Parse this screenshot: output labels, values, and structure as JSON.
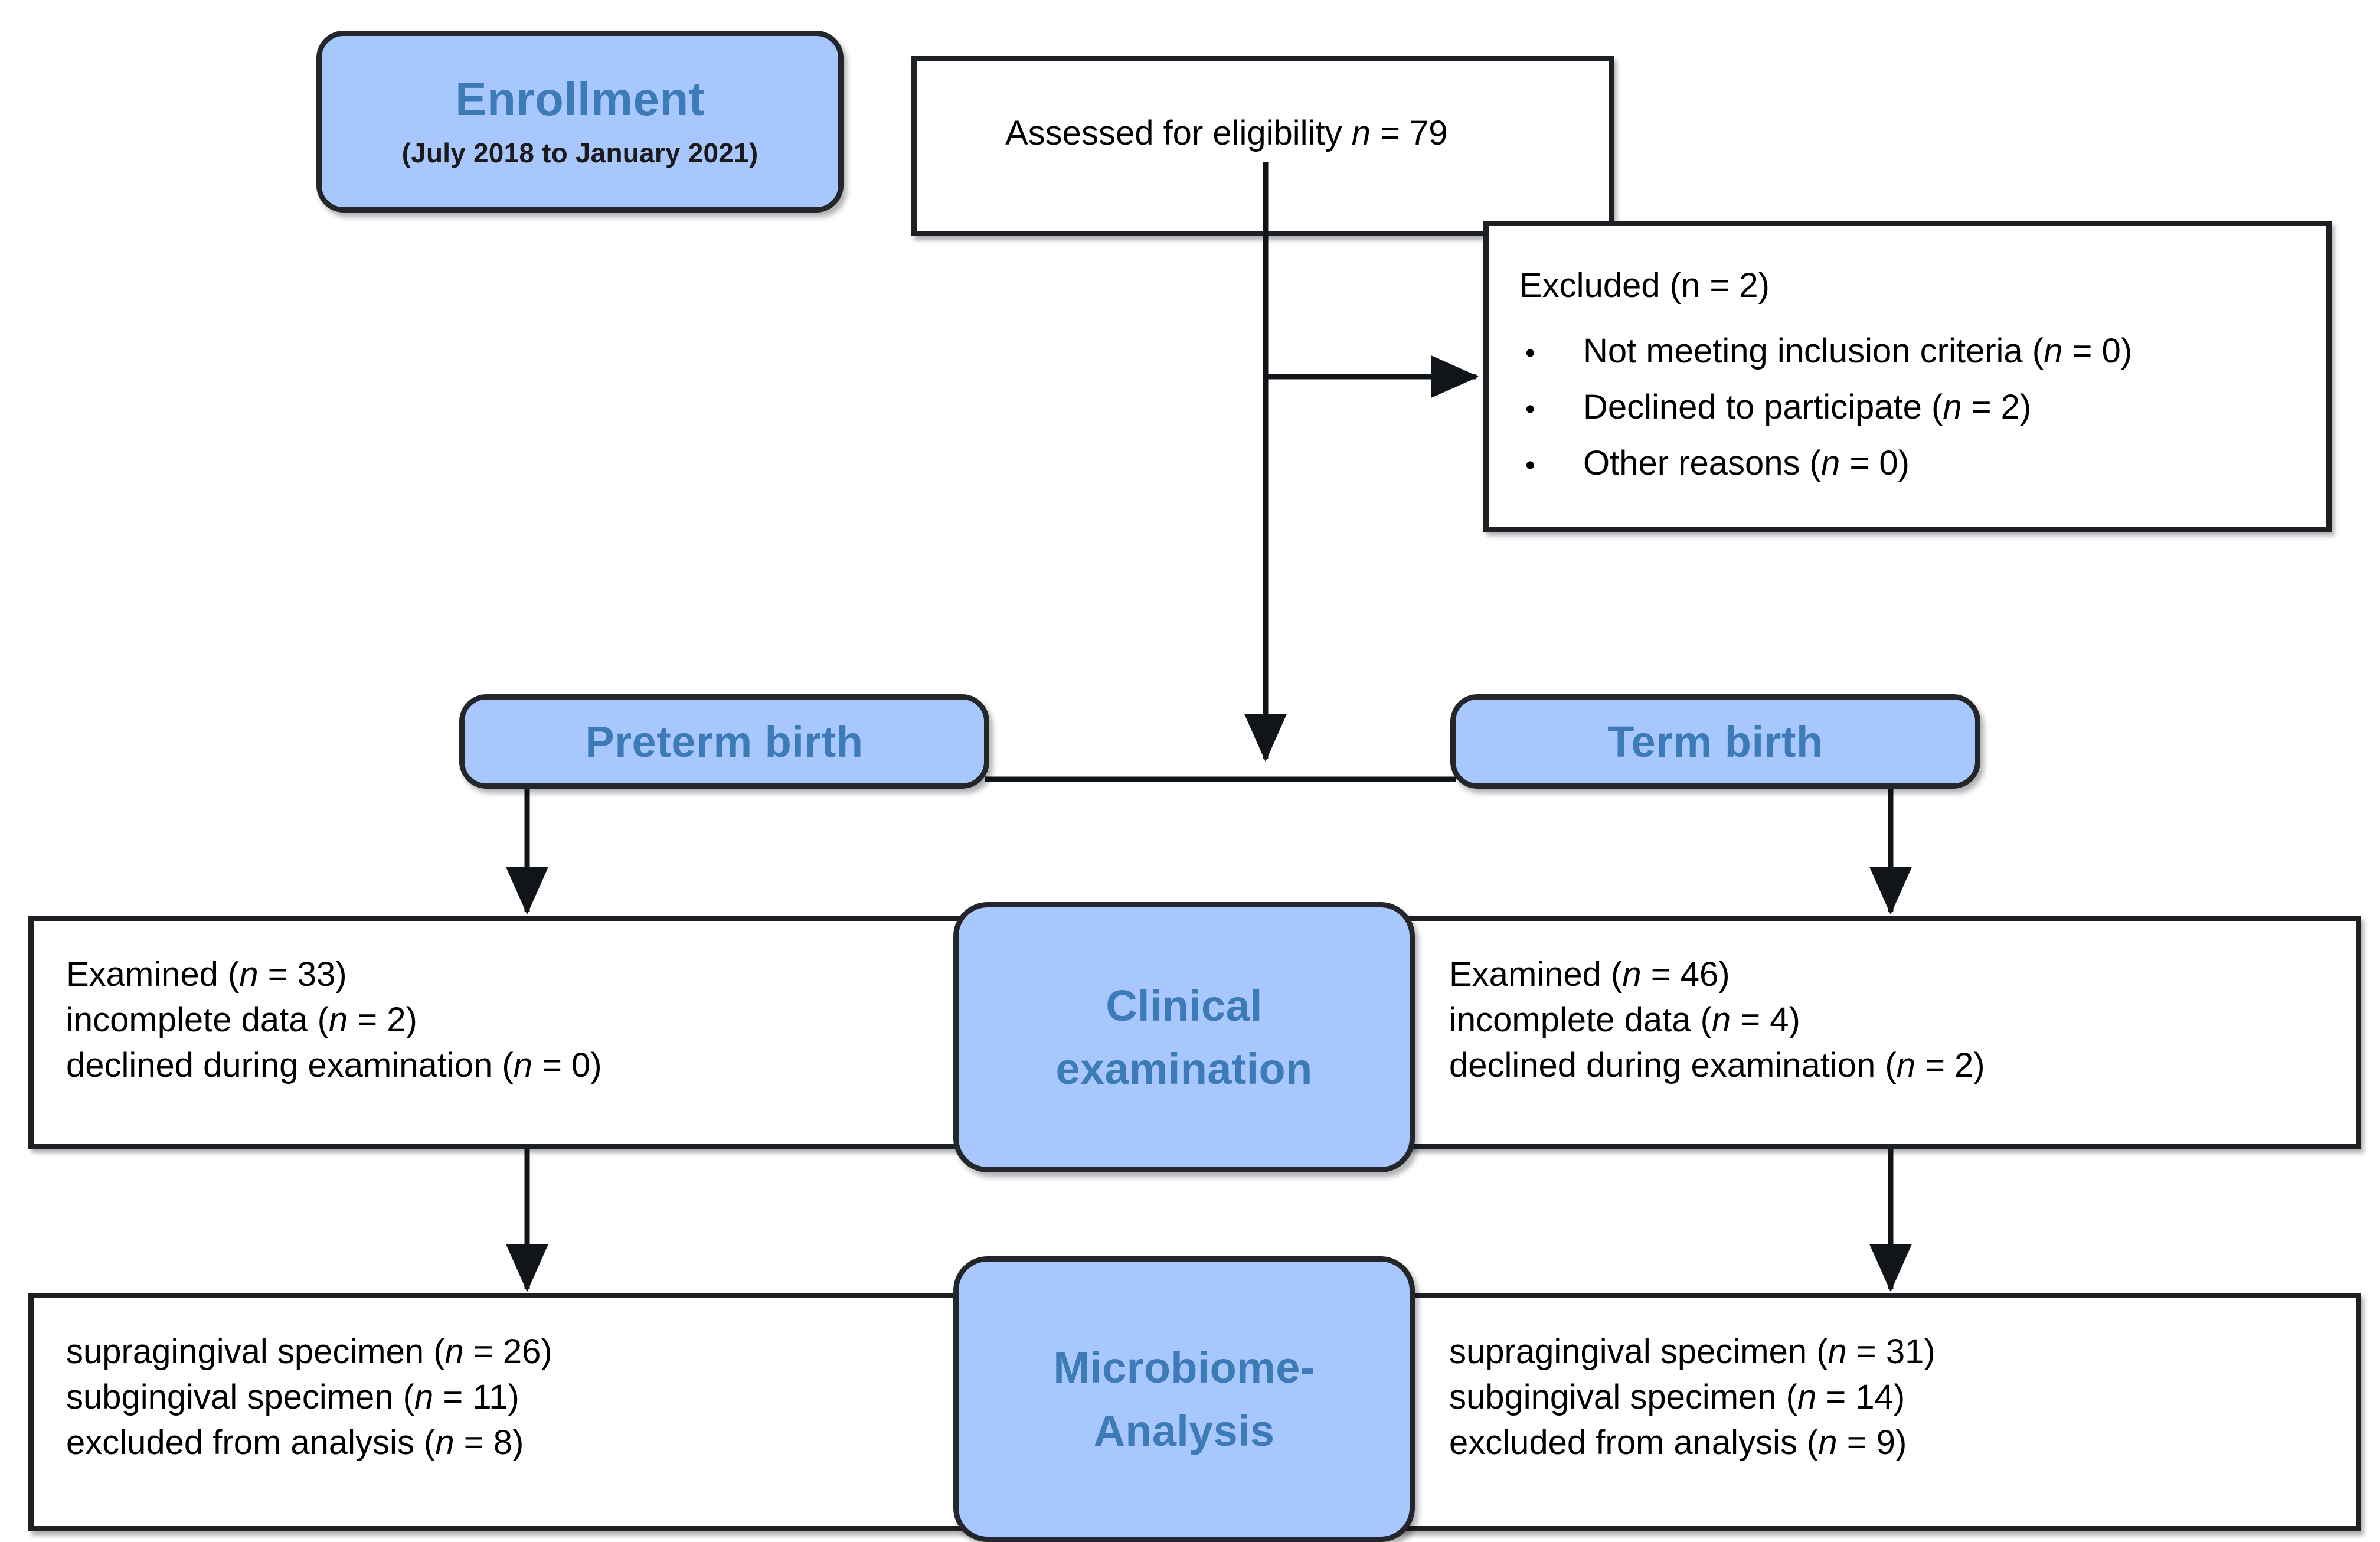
{
  "diagram": {
    "title": "CONSORT-style participant flow diagram",
    "colors": {
      "stage_fill": "#a8c8fd",
      "stage_text": "#3d7ab8",
      "box_border": "#1d2024",
      "body_text": "#000000"
    }
  },
  "enrollment": {
    "title": "Enrollment",
    "period": "(July 2018 to January 2021)"
  },
  "assessed": {
    "label_pre": "Assessed for eligibility ",
    "n_symbol": "n",
    "label_post": " = 79",
    "value": 79
  },
  "excluded": {
    "title": "Excluded (n = 2)",
    "total": 2,
    "bullet_glyph": "•",
    "reasons": [
      {
        "text_pre": "Not meeting inclusion criteria (",
        "n_symbol": "n",
        "text_post": " = 0)",
        "value": 0
      },
      {
        "text_pre": "Declined to participate (",
        "n_symbol": "n",
        "text_post": " = 2)",
        "value": 2
      },
      {
        "text_pre": "Other reasons (",
        "n_symbol": "n",
        "text_post": " = 0)",
        "value": 0
      }
    ]
  },
  "groups": {
    "preterm_label": "Preterm birth",
    "term_label": "Term birth"
  },
  "stages": {
    "clinical_line1": "Clinical",
    "clinical_line2": "examination",
    "microbiome_line1": "Microbiome-",
    "microbiome_line2": "Analysis"
  },
  "examination": {
    "preterm": [
      {
        "text_pre": "Examined (",
        "n_symbol": "n",
        "text_post": " = 33)",
        "value": 33
      },
      {
        "text_pre": "incomplete data (",
        "n_symbol": "n",
        "text_post": " = 2)",
        "value": 2
      },
      {
        "text_pre": "declined during examination (",
        "n_symbol": "n",
        "text_post": " = 0)",
        "value": 0
      }
    ],
    "term": [
      {
        "text_pre": "Examined (",
        "n_symbol": "n",
        "text_post": " = 46)",
        "value": 46
      },
      {
        "text_pre": "incomplete data (",
        "n_symbol": "n",
        "text_post": " = 4)",
        "value": 4
      },
      {
        "text_pre": "declined during examination (",
        "n_symbol": "n",
        "text_post": " = 2)",
        "value": 2
      }
    ]
  },
  "analysis": {
    "preterm": [
      {
        "text_pre": "supragingival specimen (",
        "n_symbol": "n",
        "text_post": " = 26)",
        "value": 26
      },
      {
        "text_pre": "subgingival specimen (",
        "n_symbol": "n",
        "text_post": " = 11)",
        "value": 11
      },
      {
        "text_pre": "excluded from analysis (",
        "n_symbol": "n",
        "text_post": " = 8)",
        "value": 8
      }
    ],
    "term": [
      {
        "text_pre": "supragingival specimen (",
        "n_symbol": "n",
        "text_post": " = 31)",
        "value": 31
      },
      {
        "text_pre": "subgingival specimen (",
        "n_symbol": "n",
        "text_post": " = 14)",
        "value": 14
      },
      {
        "text_pre": "excluded from analysis (",
        "n_symbol": "n",
        "text_post": " = 9)",
        "value": 9
      }
    ]
  }
}
